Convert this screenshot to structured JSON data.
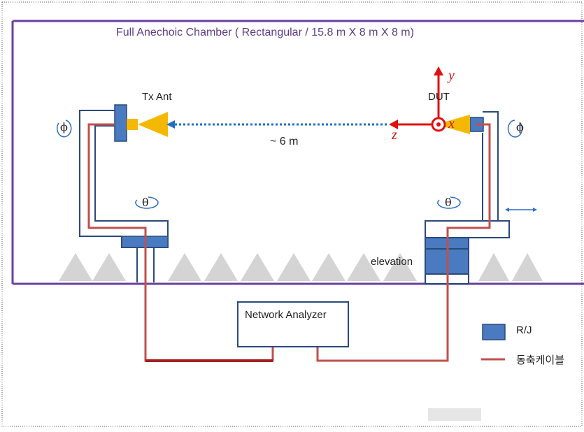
{
  "chamber": {
    "title": "Full Anechoic Chamber ( Rectangular / 15.8 m X 8 m X 8 m)"
  },
  "tx": {
    "label": "Tx Ant"
  },
  "dut": {
    "label": "DUT"
  },
  "distance": {
    "label": "~ 6 m"
  },
  "axes": {
    "x": "x",
    "y": "y",
    "z": "z"
  },
  "rotation": {
    "phi": "ϕ",
    "theta": "θ"
  },
  "elevation": {
    "label": "elevation"
  },
  "analyzer": {
    "label": "Network Analyzer"
  },
  "legend": {
    "rj": "R/J",
    "cable": "동축케이블"
  },
  "colors": {
    "chamber_border": "#6a3fa0",
    "structure": "#2a4a7a",
    "rj_fill": "#4a7abf",
    "cable": "#c0504d",
    "antenna": "#f5b800",
    "absorber": "#d0d0d0",
    "axis_red": "#e01010",
    "dotted_line": "#1f6fc4"
  }
}
